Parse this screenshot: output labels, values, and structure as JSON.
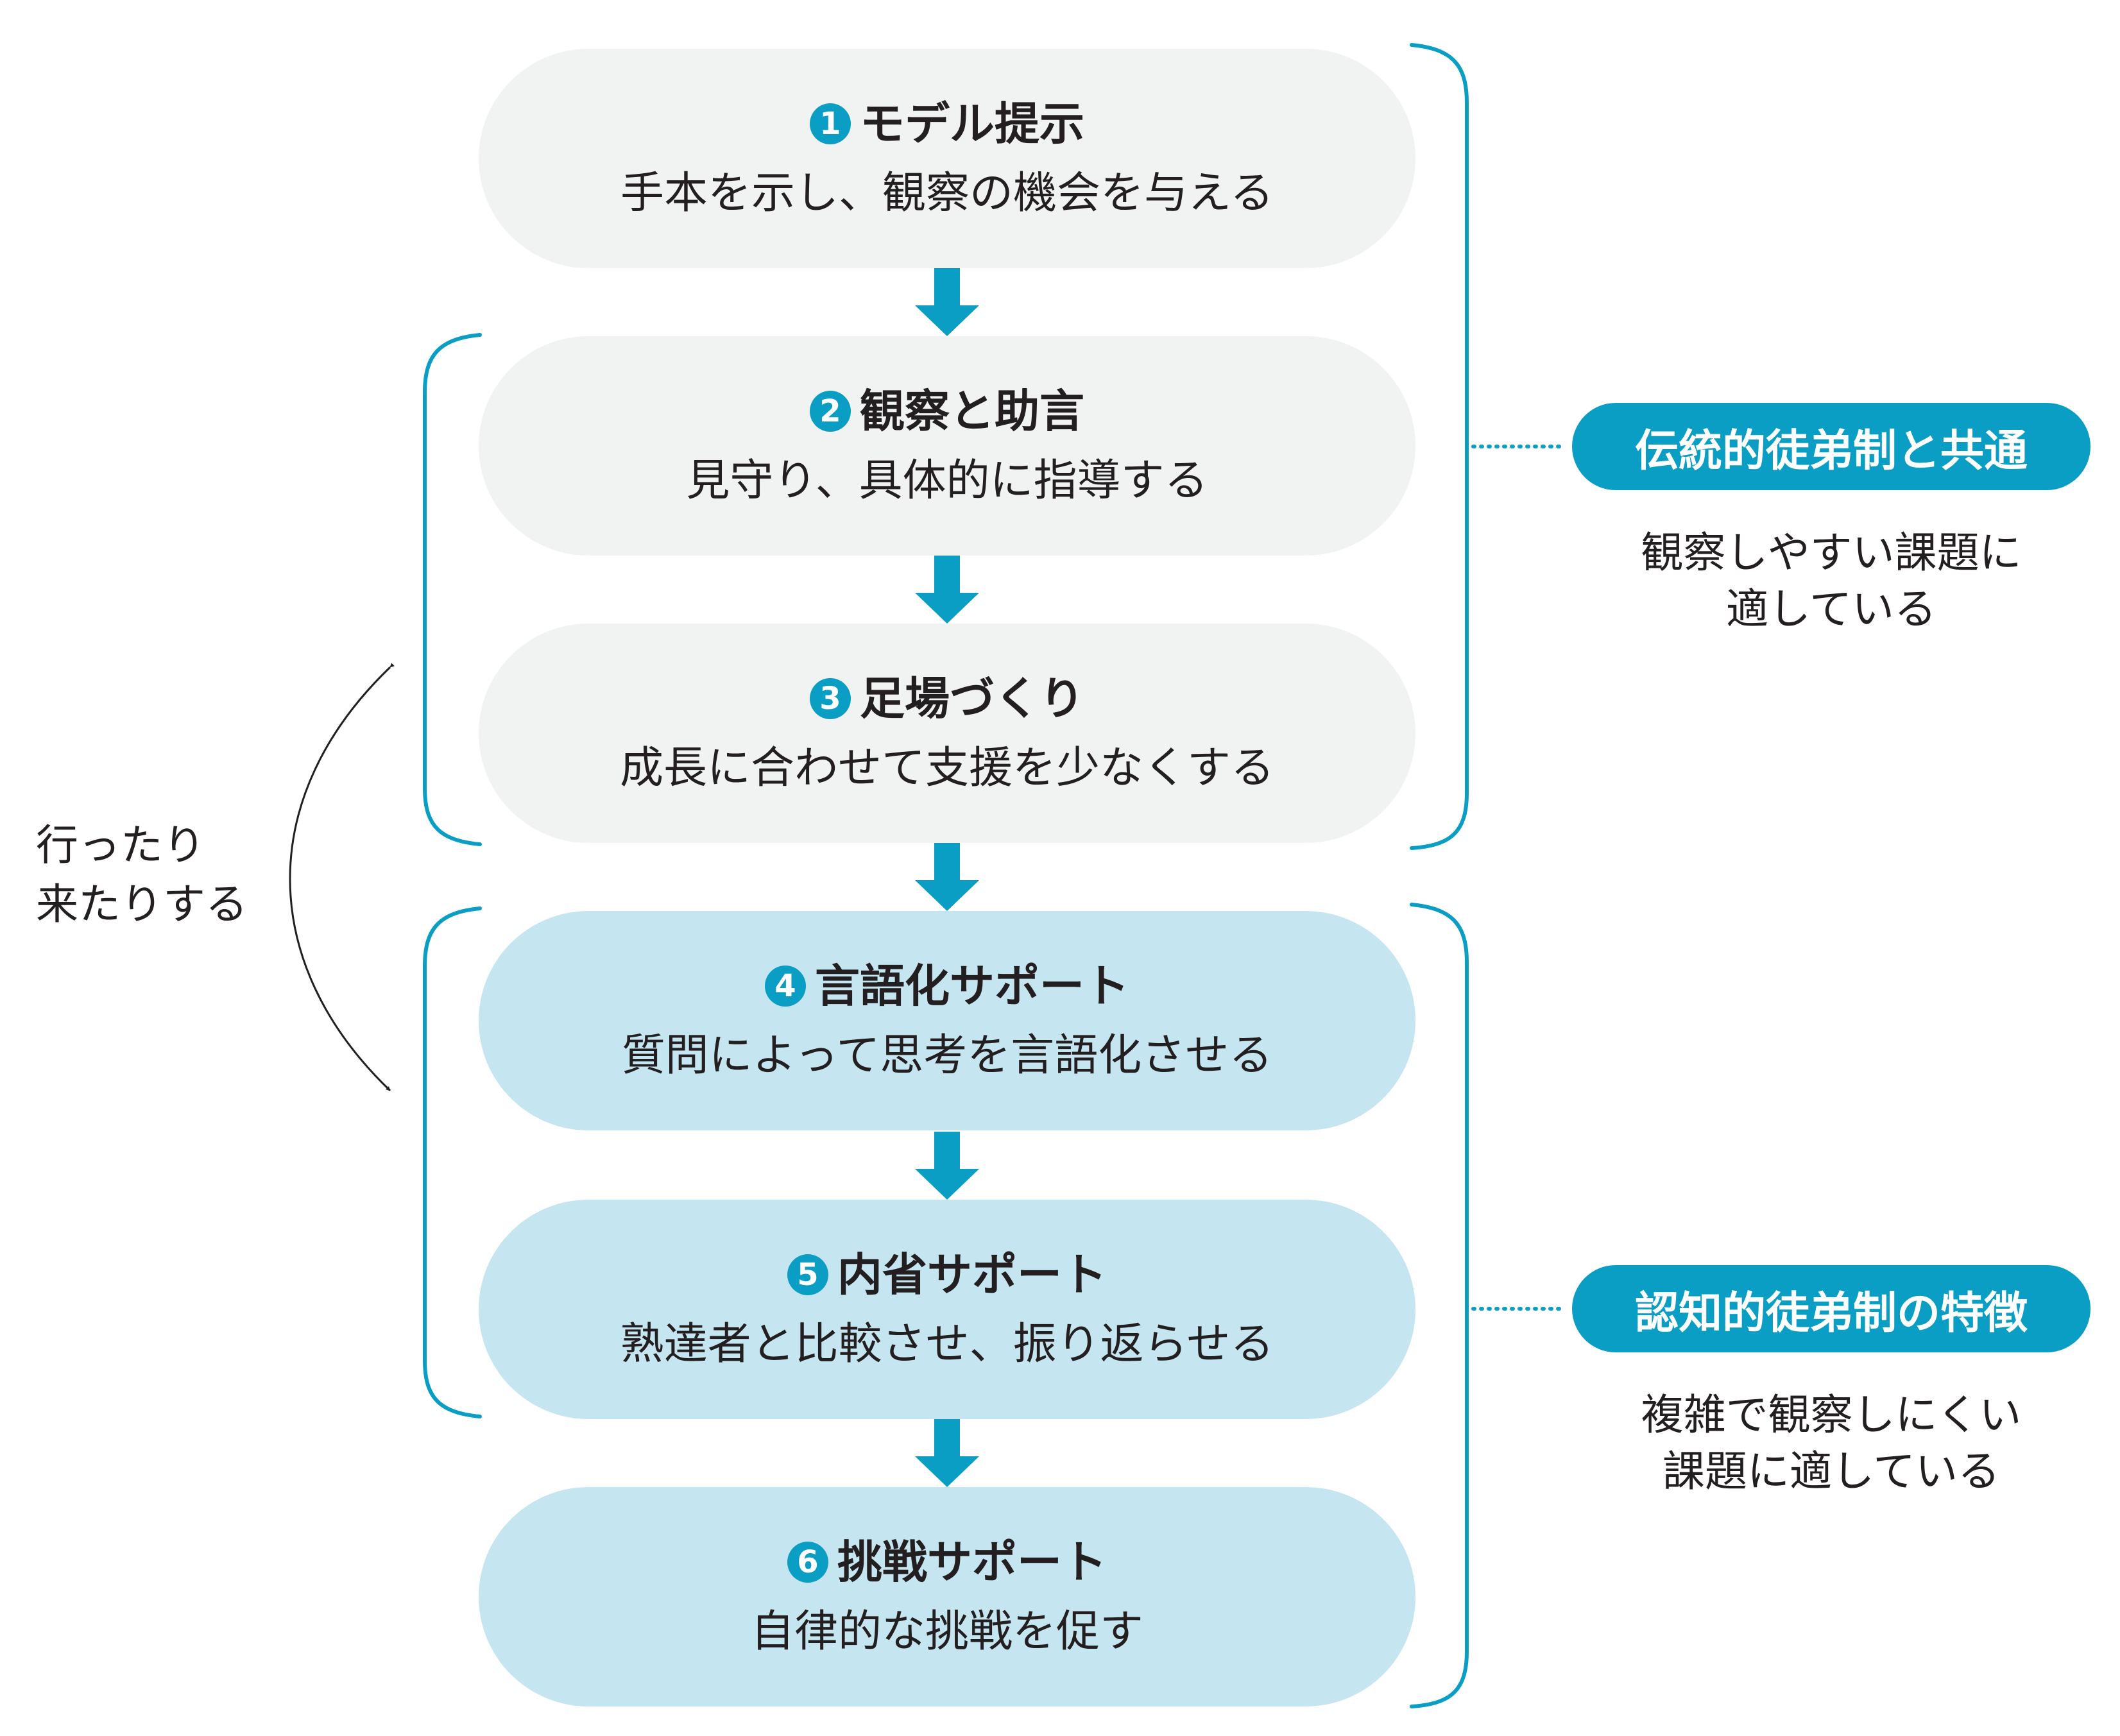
{
  "steps": [
    {
      "number": "1",
      "title": "モデル提示",
      "description": "手本を示し、観察の機会を与える",
      "group": "traditional"
    },
    {
      "number": "2",
      "title": "観察と助言",
      "description": "見守り、具体的に指導する",
      "group": "traditional"
    },
    {
      "number": "3",
      "title": "足場づくり",
      "description": "成長に合わせて支援を少なくする",
      "group": "traditional"
    },
    {
      "number": "4",
      "title": "言語化サポート",
      "description": "質問によって思考を言語化させる",
      "group": "cognitive"
    },
    {
      "number": "5",
      "title": "内省サポート",
      "description": "熟達者と比較させ、振り返らせる",
      "group": "cognitive"
    },
    {
      "number": "6",
      "title": "挑戦サポート",
      "description": "自律的な挑戦を促す",
      "group": "cognitive"
    }
  ],
  "groups": {
    "traditional": {
      "label": "伝統的徒弟制と共通",
      "note_lines": [
        "観察しやすい課題に",
        "適している"
      ]
    },
    "cognitive": {
      "label": "認知的徒弟制の特徴",
      "note_lines": [
        "複雑で観察しにくい",
        "課題に適している"
      ]
    }
  },
  "loop_note": {
    "lines": [
      "行ったり",
      "来たりする"
    ]
  },
  "colors": {
    "accent": "#0a9ec5",
    "step_grey": "#f1f2f2",
    "step_blue": "#c5e5f0",
    "text": "#231f20"
  }
}
